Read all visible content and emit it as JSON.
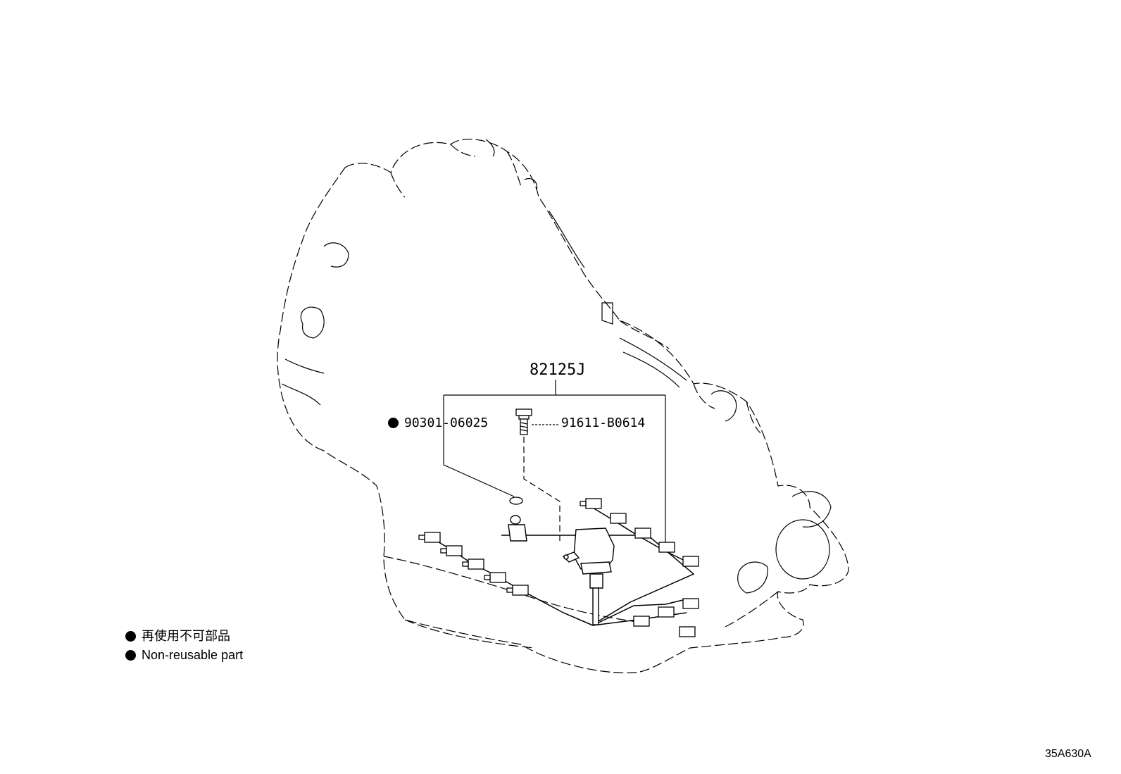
{
  "callouts": {
    "assembly": "82125J",
    "seal_ring": "90301-06025",
    "bolt": "91611-B0614"
  },
  "legend": {
    "item_ja": "再使用不可部品",
    "item_en": "Non-reusable part"
  },
  "figure_code": "35A630A"
}
